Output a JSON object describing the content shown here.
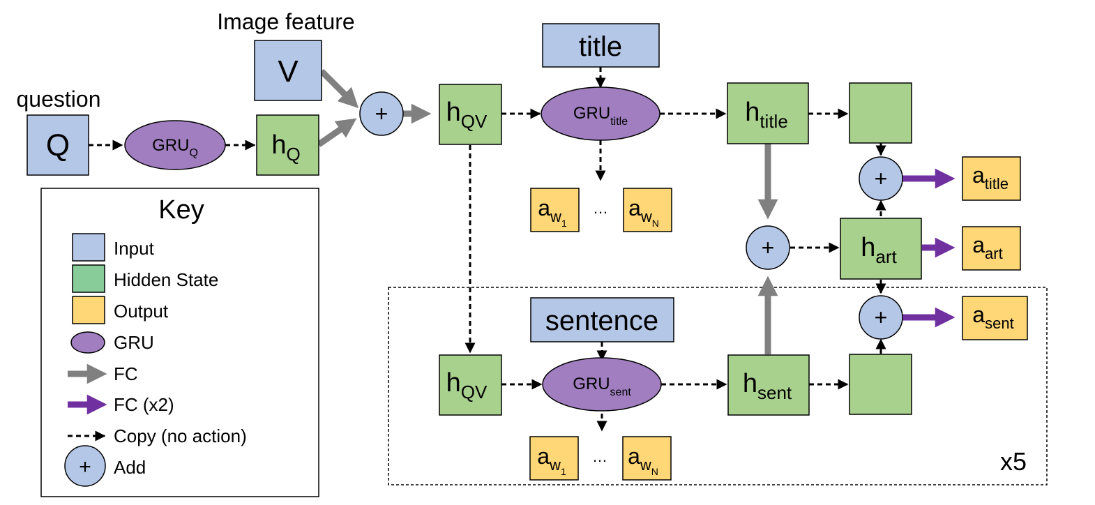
{
  "labels": {
    "image_feature": "Image feature",
    "question": "question",
    "repeat": "x5"
  },
  "nodes": {
    "q": "Q",
    "v": "V",
    "gru_q": {
      "base": "GRU",
      "sub": "Q"
    },
    "h_q": {
      "base": "h",
      "sub": "Q"
    },
    "add_qv": "+",
    "h_qv_top": {
      "base": "h",
      "sub": "QV"
    },
    "title_input": "title",
    "gru_title": {
      "base": "GRU",
      "sub": "title"
    },
    "aw1_top": {
      "base": "a",
      "sub": "w",
      "subsub": "1"
    },
    "dots_top": "…",
    "awn_top": {
      "base": "a",
      "sub": "w",
      "subsub": "N"
    },
    "h_title": {
      "base": "h",
      "sub": "title"
    },
    "add_title": "+",
    "a_title": {
      "base": "a",
      "sub": "title"
    },
    "add_art": "+",
    "h_art": {
      "base": "h",
      "sub": "art"
    },
    "a_art": {
      "base": "a",
      "sub": "art"
    },
    "add_sent": "+",
    "a_sent": {
      "base": "a",
      "sub": "sent"
    },
    "h_qv_bottom": {
      "base": "h",
      "sub": "QV"
    },
    "sentence_input": "sentence",
    "gru_sent": {
      "base": "GRU",
      "sub": "sent"
    },
    "aw1_bottom": {
      "base": "a",
      "sub": "w",
      "subsub": "1"
    },
    "dots_bottom": "…",
    "awn_bottom": {
      "base": "a",
      "sub": "w",
      "subsub": "N"
    },
    "h_sent": {
      "base": "h",
      "sub": "sent"
    }
  },
  "key": {
    "title": "Key",
    "items": [
      "Input",
      "Hidden State",
      "Output",
      "GRU",
      "FC",
      "FC (x2)",
      "Copy (no action)",
      "Add"
    ],
    "add_symbol": "+"
  },
  "colors": {
    "input": "#b4c7e7",
    "hidden": "#a9d18e",
    "hidden_key": "#88cc99",
    "output": "#ffd777",
    "gru": "#a07ec0",
    "add": "#b4c7e7",
    "fc": "#808080",
    "fc2": "#7030a0",
    "stroke": "#000000"
  }
}
